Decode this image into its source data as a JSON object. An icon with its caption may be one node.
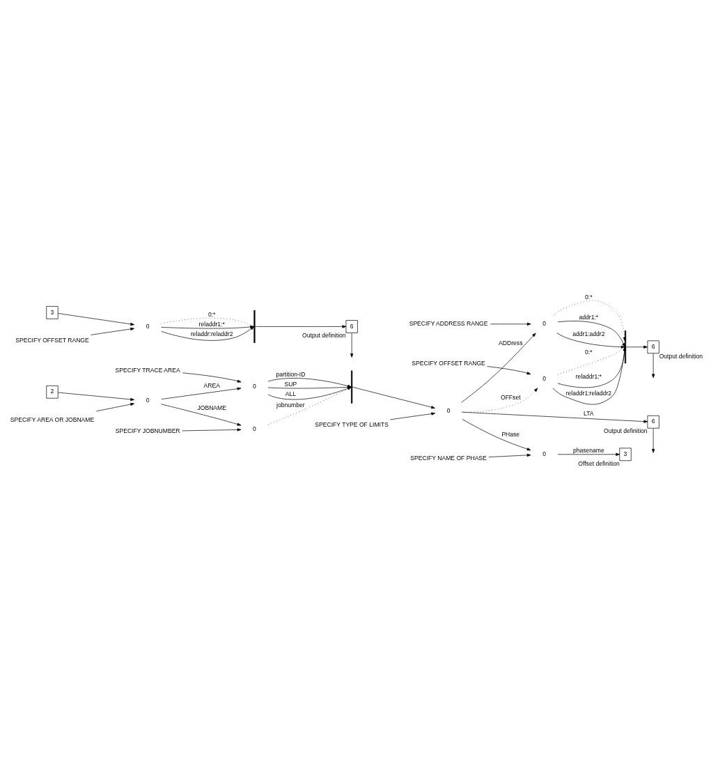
{
  "diagram": {
    "nodes": [
      {
        "text": [
          "2"
        ]
      },
      {
        "text": [
          "0"
        ]
      },
      {
        "text": [
          "SPECIFY AREA OR JOBNAME"
        ]
      },
      {
        "text": [
          "0"
        ]
      },
      {
        "text": [
          "SPECIFY TRACE AREA"
        ]
      },
      {
        "text": [
          "0"
        ]
      },
      {
        "text": [
          "SPECIFY JOBNUMBER"
        ]
      },
      {
        "text": [],
        "shape": "bar"
      },
      {
        "text": [
          "0"
        ]
      },
      {
        "text": [
          "SPECIFY TYPE OF LIMITS"
        ]
      },
      {
        "text": [
          "0"
        ]
      },
      {
        "text": [
          "SPECIFY OFFSET RANGE"
        ]
      },
      {
        "text": [
          "0"
        ]
      },
      {
        "text": [
          "SPECIFY ADDRESS RANGE"
        ]
      },
      {
        "text": [],
        "shape": "bar"
      },
      {
        "text": [
          "6"
        ],
        "beside": [
          "Output definition"
        ]
      },
      {
        "text": [
          "0"
        ]
      },
      {
        "text": [
          "SPECIFY NAME OF PHASE"
        ]
      },
      {
        "text": [
          "3"
        ],
        "beside": [
          "Offset definition"
        ]
      },
      {
        "text": [
          "6"
        ],
        "beside": [
          "Output definition"
        ]
      },
      {
        "text": [
          "3"
        ]
      },
      {
        "text": [
          "SPECIFY OFFSET RANGE"
        ]
      },
      {
        "text": [
          "0"
        ]
      },
      {
        "text": [],
        "shape": "bar"
      },
      {
        "text": [
          "6"
        ],
        "beside": [
          "Output definition"
        ]
      }
    ],
    "edges": [
      {
        "from": 0,
        "to": 1,
        "arrow": "to"
      },
      {
        "from": 2,
        "to": 1,
        "arrow": "to"
      },
      {
        "from": 1,
        "to": 3,
        "label": "AREA",
        "arrow": "to"
      },
      {
        "from": 4,
        "to": 3,
        "arrow": "to"
      },
      {
        "from": 3,
        "to": 7,
        "label": "partition-ID",
        "arrow": "to"
      },
      {
        "from": 3,
        "to": 7,
        "label": "SUP",
        "arrow": "to"
      },
      {
        "from": 3,
        "to": 7,
        "label": "ALL",
        "arrow": "to"
      },
      {
        "from": 1,
        "to": 5,
        "label": "JOBNAME",
        "arrow": "to"
      },
      {
        "from": 6,
        "to": 5,
        "arrow": "to"
      },
      {
        "from": 5,
        "to": 7,
        "label": "jobnumber",
        "arrow": "to",
        "style": "dashed"
      },
      {
        "from": 7,
        "to": 8,
        "arrow": "to"
      },
      {
        "from": 9,
        "to": 8,
        "arrow": "to"
      },
      {
        "from": 8,
        "to": 10,
        "label": "OFFset",
        "arrow": "to",
        "style": "dashed"
      },
      {
        "from": 11,
        "to": 10,
        "arrow": "to"
      },
      {
        "from": 10,
        "to": 14,
        "label": "0:*",
        "arrow": "none",
        "style": "dashed"
      },
      {
        "from": 10,
        "to": 14,
        "label": "reladdr1:*",
        "arrow": "to"
      },
      {
        "from": 10,
        "to": 14,
        "label": "reladdr1:reladdr2",
        "arrow": "to"
      },
      {
        "from": 8,
        "to": 12,
        "label": "ADDress",
        "arrow": "to"
      },
      {
        "from": 13,
        "to": 12,
        "arrow": "to"
      },
      {
        "from": 12,
        "to": 14,
        "label": "0:*",
        "arrow": "to",
        "style": "dashed"
      },
      {
        "from": 12,
        "to": 14,
        "label": "addr1:*",
        "arrow": "to"
      },
      {
        "from": 12,
        "to": 14,
        "label": "addr1:addr2",
        "arrow": "to"
      },
      {
        "from": 14,
        "to": 15,
        "arrow": "to"
      },
      {
        "from": 15,
        "to": null,
        "arrow": "to"
      },
      {
        "from": 8,
        "to": 16,
        "label": "PHase",
        "arrow": "to"
      },
      {
        "from": 17,
        "to": 16,
        "arrow": "to"
      },
      {
        "from": 16,
        "to": 18,
        "label": "phasename",
        "arrow": "to"
      },
      {
        "from": 8,
        "to": 19,
        "label": "LTA",
        "arrow": "to"
      },
      {
        "from": 19,
        "to": null,
        "arrow": "to"
      },
      {
        "from": 20,
        "to": 22,
        "arrow": "to"
      },
      {
        "from": 21,
        "to": 22,
        "arrow": "to"
      },
      {
        "from": 22,
        "to": 23,
        "label": "0:*",
        "arrow": "none",
        "style": "dashed"
      },
      {
        "from": 22,
        "to": 23,
        "label": "reladdr1:*",
        "arrow": "to"
      },
      {
        "from": 22,
        "to": 23,
        "label": "reladdr:reladdr2",
        "arrow": "to"
      },
      {
        "from": 23,
        "to": 24,
        "arrow": "to"
      },
      {
        "from": 24,
        "to": null,
        "arrow": "to"
      }
    ]
  }
}
